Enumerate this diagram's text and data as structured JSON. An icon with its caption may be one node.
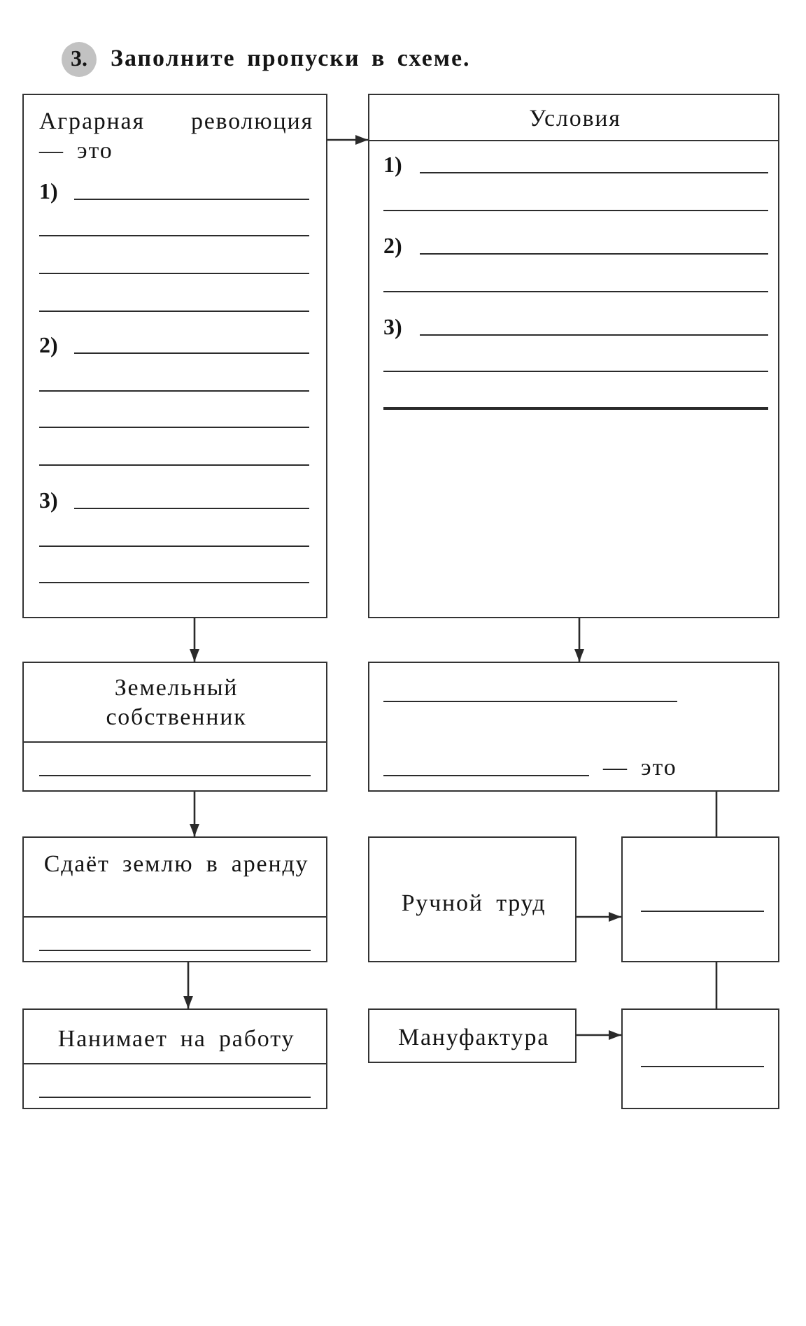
{
  "diagram": {
    "title": "Заполните пропуски в схеме.",
    "nodes": [
      {
        "text": [
          "Аграрная революция — это",
          "1)",
          "2)",
          "3)"
        ]
      },
      {
        "text": [
          "Условия",
          "1)",
          "2)",
          "3)"
        ]
      },
      {
        "text": [
          "Земельный собственник"
        ]
      },
      {
        "text": [
          "— это"
        ]
      },
      {
        "text": [
          "Сдаёт землю в аренду"
        ]
      },
      {
        "text": [
          "Ручной труд"
        ]
      },
      {
        "text": [],
        "shape": "box"
      },
      {
        "text": [
          "Нанимает на работу"
        ]
      },
      {
        "text": [
          "Мануфактура"
        ]
      },
      {
        "text": [],
        "shape": "box"
      }
    ],
    "edges": [
      {
        "from": 0,
        "to": 1,
        "arrow": "to"
      },
      {
        "from": 0,
        "to": 2,
        "arrow": "to"
      },
      {
        "from": 1,
        "to": 3,
        "arrow": "to"
      },
      {
        "from": 2,
        "to": 4,
        "arrow": "to"
      },
      {
        "from": 3,
        "to": 6,
        "arrow": "none"
      },
      {
        "from": 4,
        "to": 7,
        "arrow": "to"
      },
      {
        "from": 5,
        "to": 6,
        "arrow": "to"
      },
      {
        "from": 6,
        "to": 9,
        "arrow": "none"
      },
      {
        "from": 8,
        "to": 9,
        "arrow": "to"
      }
    ],
    "labels": [
      "3."
    ]
  }
}
